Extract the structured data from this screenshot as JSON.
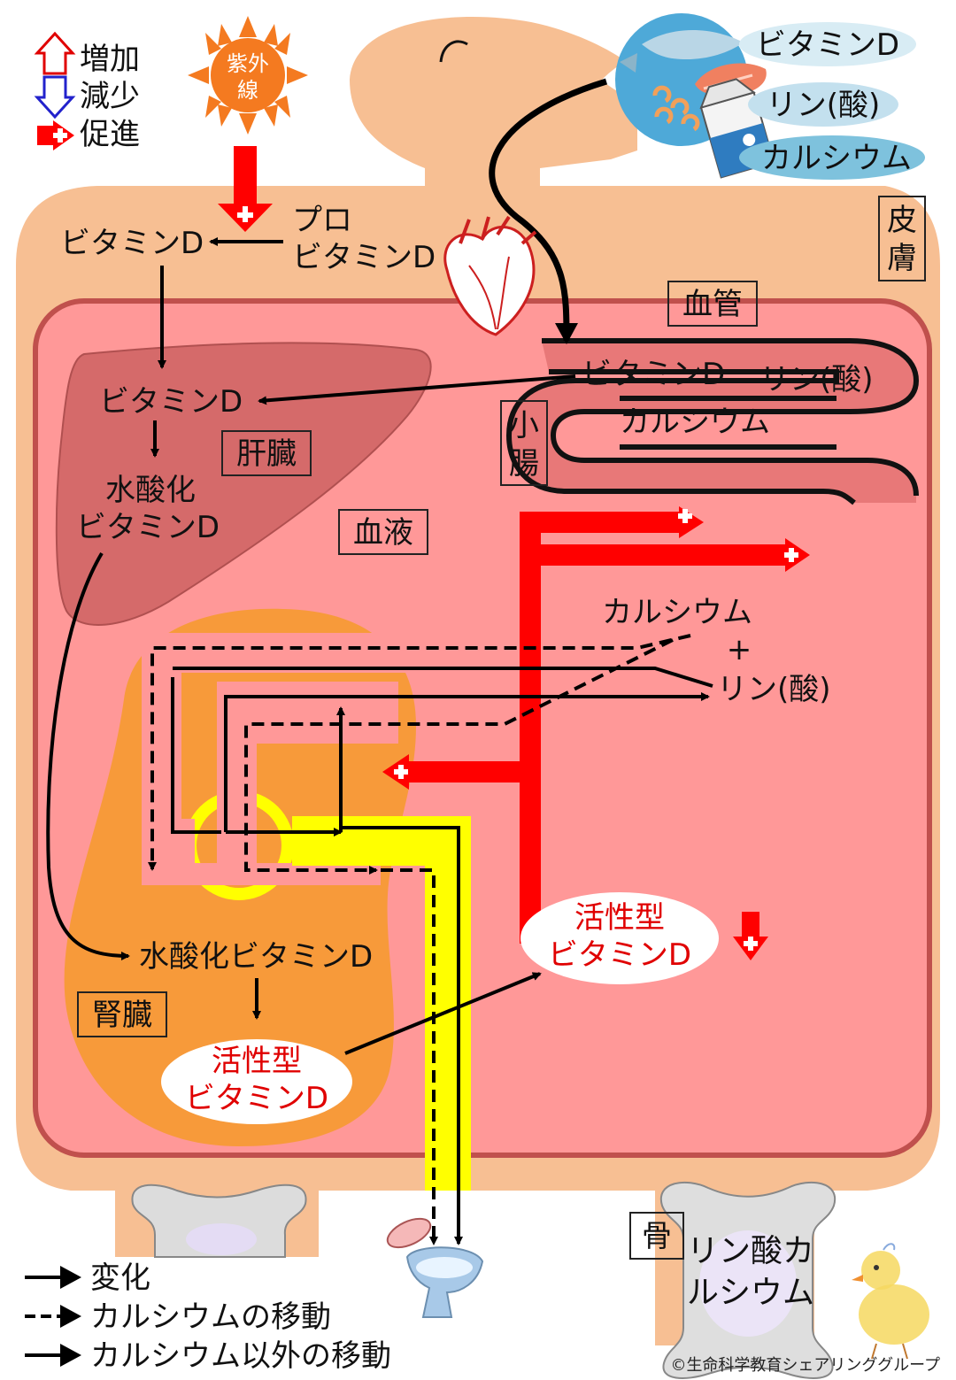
{
  "legend": {
    "increase": "増加",
    "decrease": "減少",
    "promote": "促進",
    "change": "変化",
    "calcium_move": "カルシウムの移動",
    "other_move": "カルシウム以外の移動"
  },
  "sun": {
    "line1": "紫外",
    "line2": "線"
  },
  "food": {
    "vitamin_d": "ビタミンD",
    "phosphate": "リン(酸)",
    "calcium": "カルシウム"
  },
  "skin": {
    "label_1": "皮",
    "label_2": "膚",
    "pro_line1": "プロ",
    "pro_line2": "ビタミンD",
    "vitamin_d": "ビタミンD"
  },
  "vessel": {
    "label": "血管"
  },
  "blood": {
    "label": "血液"
  },
  "liver": {
    "label": "肝臓",
    "vitamin_d": "ビタミンD",
    "hydroxy_line1": "水酸化",
    "hydroxy_line2": "ビタミンD"
  },
  "intestine": {
    "label_1": "小",
    "label_2": "腸",
    "vitamin_d": "ビタミンD",
    "phosphate": "リン(酸)",
    "calcium": "カルシウム"
  },
  "blood_minerals": {
    "calcium": "カルシウム",
    "plus": "+",
    "phosphate": "リン(酸)"
  },
  "kidney": {
    "label": "腎臓",
    "hydroxy": "水酸化ビタミンD",
    "active_line1": "活性型",
    "active_line2": "ビタミンD"
  },
  "active_blood": {
    "line1": "活性型",
    "line2": "ビタミンD"
  },
  "bone": {
    "label": "骨",
    "line1": "リン酸カ",
    "line2": "ルシウム"
  },
  "credit": "©生命科学教育シェアリンググループ",
  "colors": {
    "skin": "#f7bf93",
    "blood": "#ff9898",
    "vessel_border": "#c0504d",
    "liver": "#d56a6a",
    "kidney": "#f79a3a",
    "intestine": "#e87878",
    "active_red": "#ff0000",
    "urine_yellow": "#ffff00"
  }
}
